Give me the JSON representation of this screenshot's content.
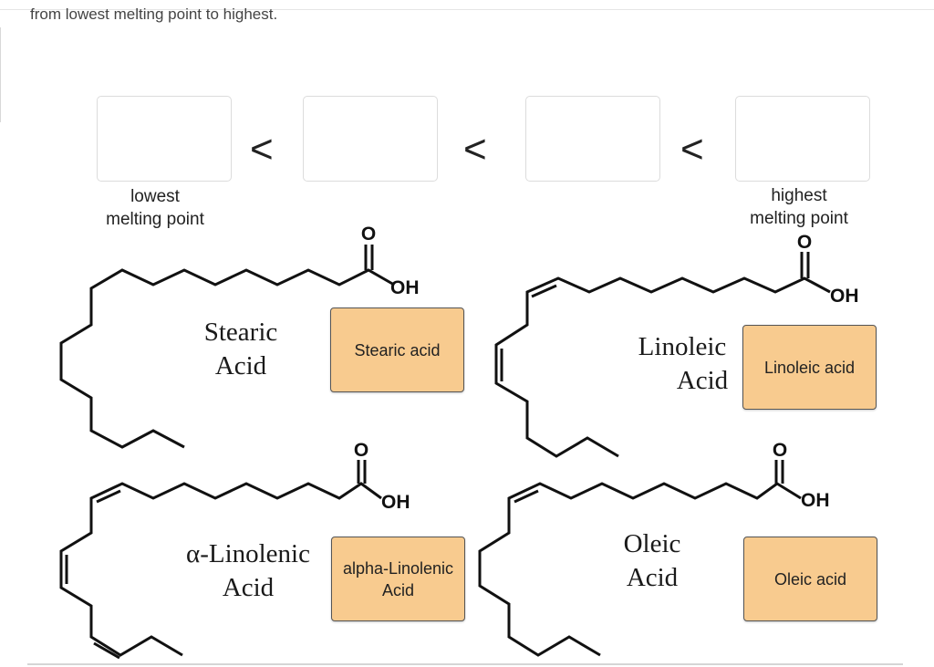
{
  "instructions": "from lowest melting point to highest.",
  "ranking": {
    "comparator": "<",
    "low_label": "lowest melting point",
    "high_label": "highest melting point",
    "slots": [
      "",
      "",
      "",
      ""
    ]
  },
  "molecules": {
    "stearic": {
      "name_line1": "Stearic",
      "name_line2": "Acid",
      "o": "O",
      "oh": "OH"
    },
    "linoleic": {
      "name_line1": "Linoleic",
      "name_line2": "Acid",
      "o": "O",
      "oh": "OH"
    },
    "alpha_linolenic": {
      "name_line1": "α-Linolenic",
      "name_line2": "Acid",
      "o": "O",
      "oh": "OH"
    },
    "oleic": {
      "name_line1": "Oleic",
      "name_line2": "Acid",
      "o": "O",
      "oh": "OH"
    }
  },
  "tiles": {
    "stearic": "Stearic acid",
    "linoleic": "Linoleic acid",
    "alpha_linolenic": "alpha-Linolenic Acid",
    "oleic": "Oleic acid"
  },
  "colors": {
    "tile": "#f8cb8f",
    "tile_border": "#555555",
    "slot_border": "#dcdcdc"
  }
}
